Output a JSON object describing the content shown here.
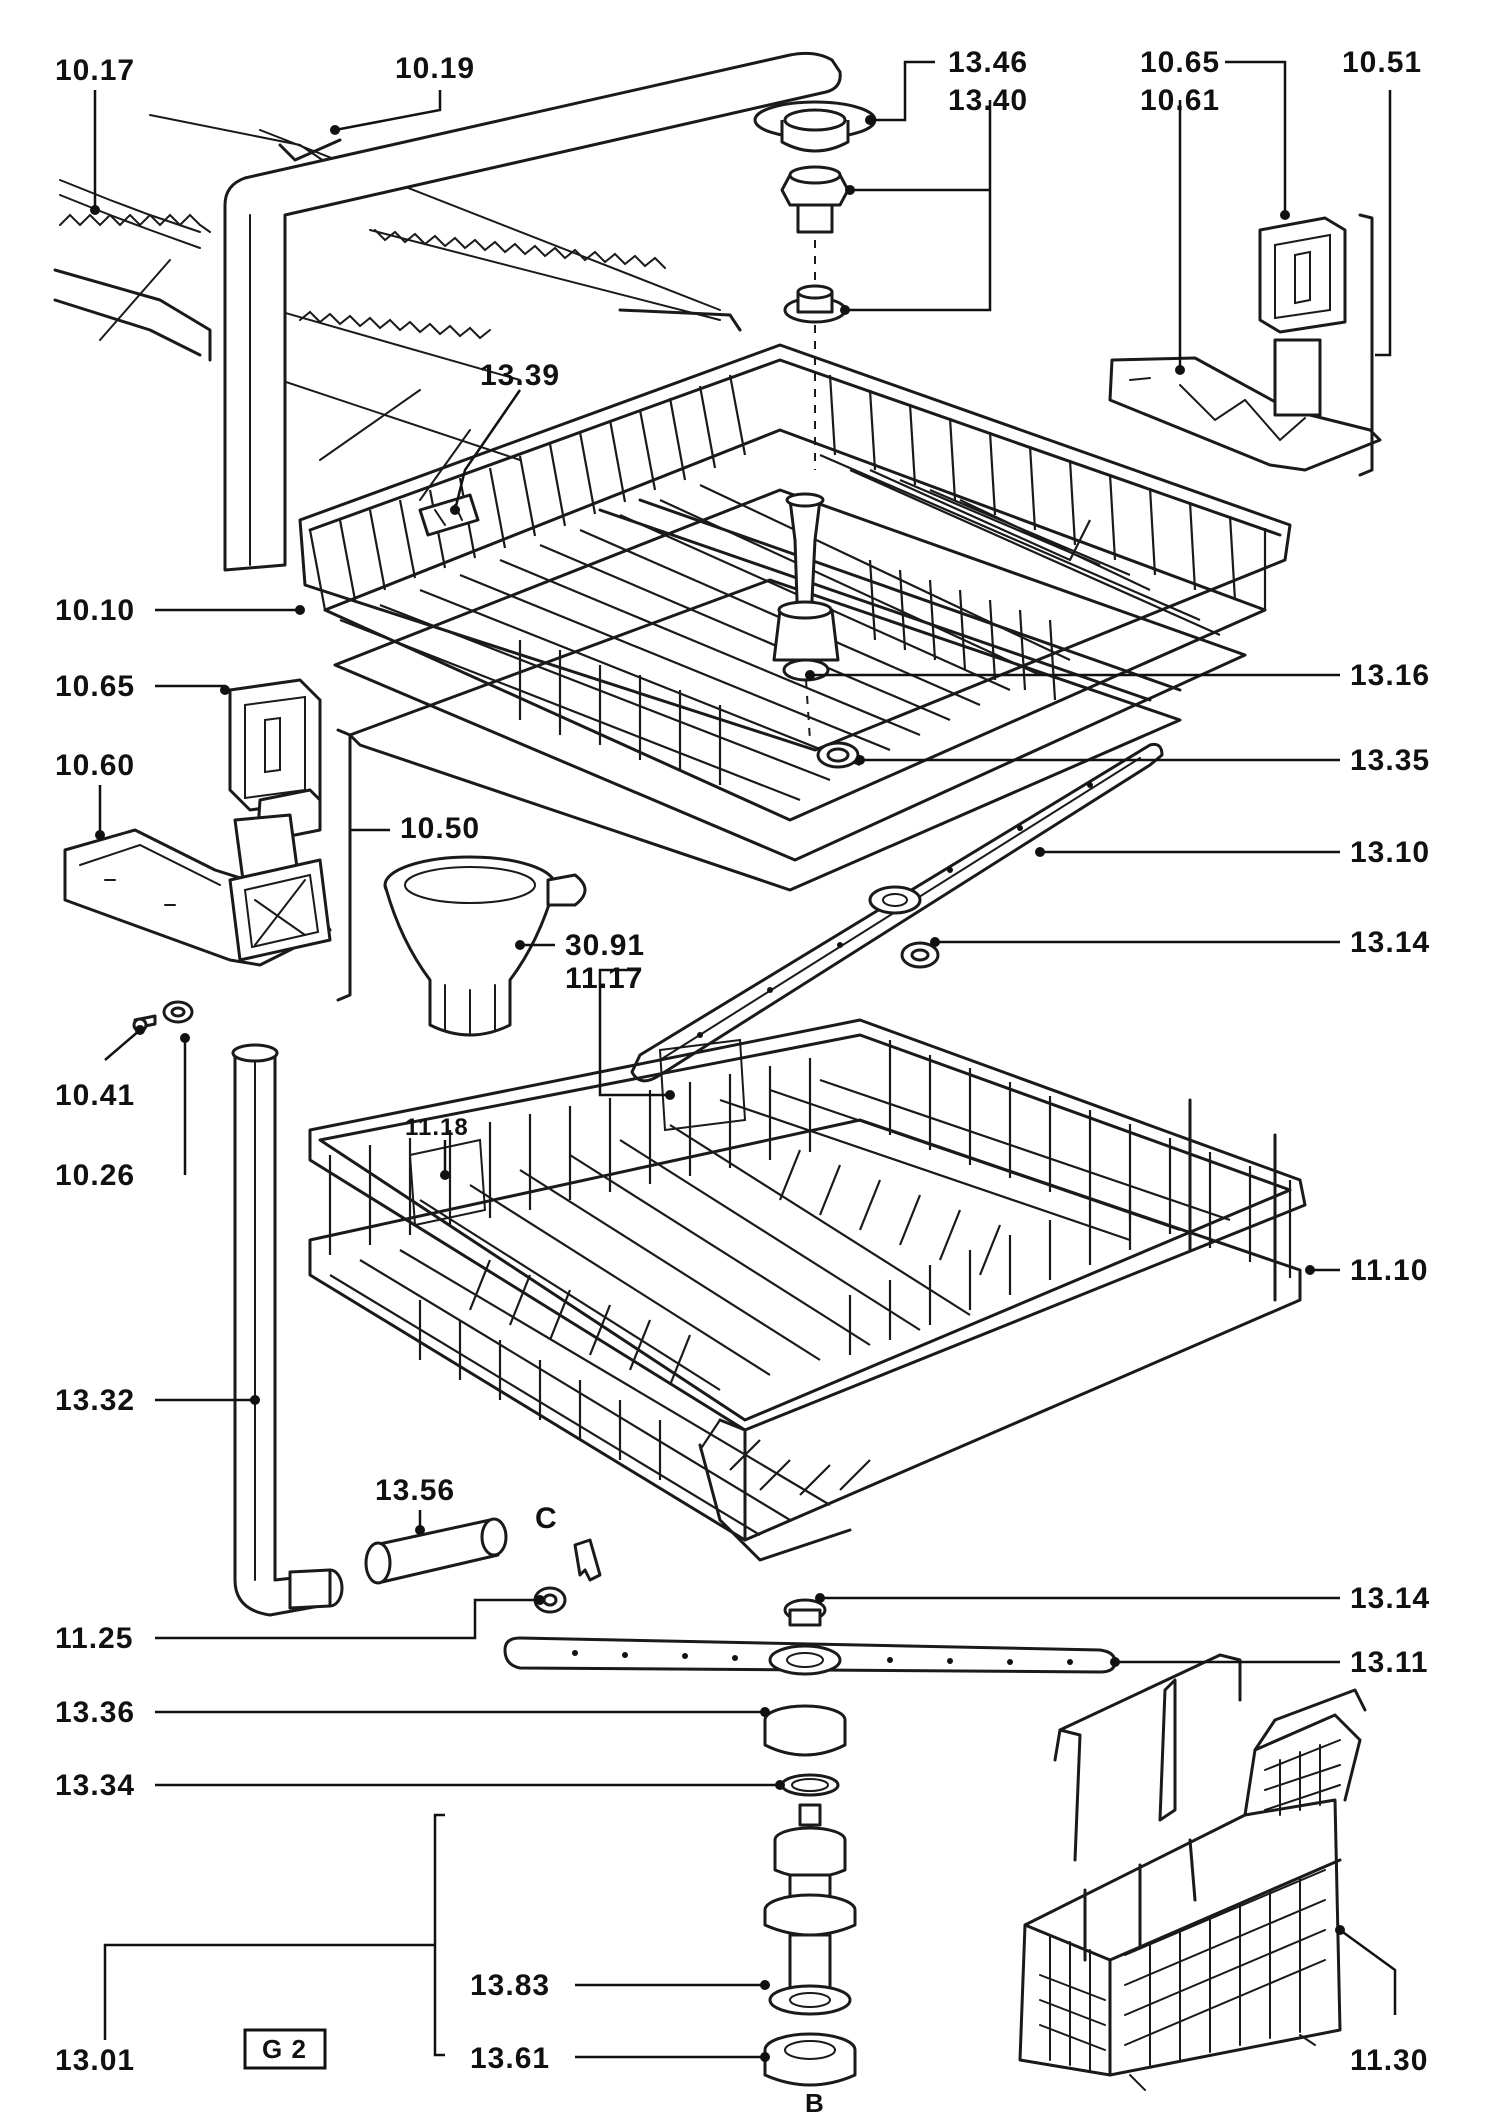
{
  "labels": {
    "l_10_17": "10.17",
    "l_10_19": "10.19",
    "l_13_46": "13.46",
    "l_13_40": "13.40",
    "l_10_65_top": "10.65",
    "l_10_61": "10.61",
    "l_10_51": "10.51",
    "l_13_39": "13.39",
    "l_10_10": "10.10",
    "l_10_65_left": "10.65",
    "l_13_16": "13.16",
    "l_10_60": "10.60",
    "l_13_35": "13.35",
    "l_10_50": "10.50",
    "l_13_10": "13.10",
    "l_30_91": "30.91",
    "l_11_17": "11.17",
    "l_13_14_top": "13.14",
    "l_10_41": "10.41",
    "l_11_18": "11.18",
    "l_10_26": "10.26",
    "l_11_10": "11.10",
    "l_13_32": "13.32",
    "l_13_56": "13.56",
    "l_c": "C",
    "l_11_25": "11.25",
    "l_13_14_bottom": "13.14",
    "l_13_11": "13.11",
    "l_13_36": "13.36",
    "l_13_34": "13.34",
    "l_13_83": "13.83",
    "l_13_01": "13.01",
    "l_g2": "G 2",
    "l_13_61": "13.61",
    "l_b": "B",
    "l_11_30": "11.30"
  }
}
